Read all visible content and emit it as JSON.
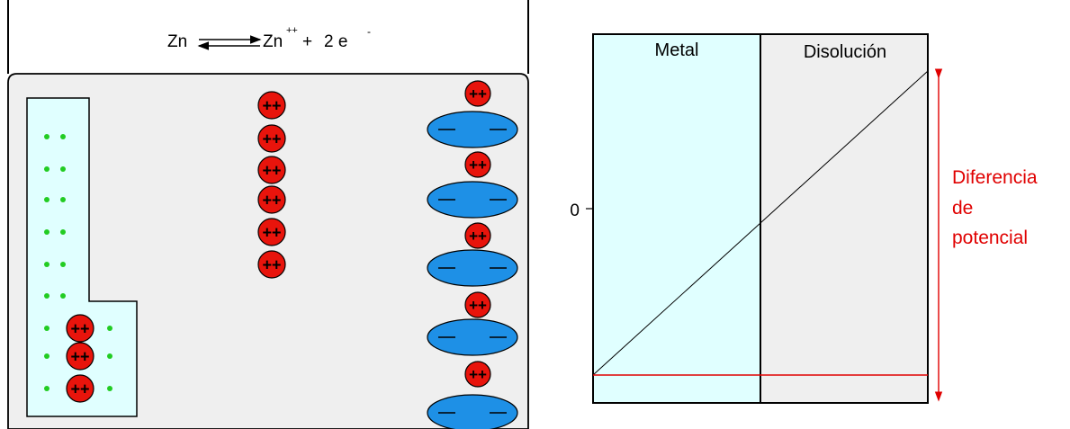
{
  "equation": {
    "reactant": "Zn",
    "product": "Zn",
    "charge": "++",
    "plus": "+",
    "electrons": "2 e",
    "electron_charge": "-"
  },
  "cell": {
    "metal_fill": "#e0ffff",
    "solution_fill": "#efefef",
    "cation_fill": "#e8140c",
    "anion_fill": "#1e90e6",
    "electron_color": "#22cc22",
    "cation_label": "++",
    "anion_label": "− −"
  },
  "chart": {
    "metal_label": "Metal",
    "solution_label": "Disolución",
    "zero_tick": "0",
    "potential_label_lines": [
      "Diferencia",
      "de",
      "potencial"
    ],
    "line_color": "#000000",
    "accent_color": "#e00000",
    "metal_fill": "#e0ffff",
    "solution_fill": "#efefef"
  }
}
